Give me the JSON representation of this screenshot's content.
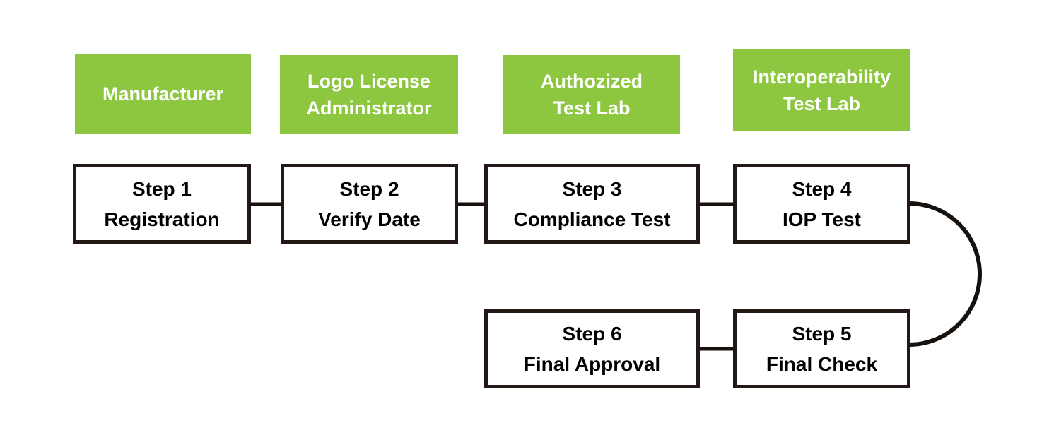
{
  "colors": {
    "header_fill": "#8DC63F",
    "header_text": "#FFFFFF",
    "step_fill": "#FFFFFF",
    "step_border": "#231815",
    "step_text": "#000000",
    "connector": "#17110E",
    "background": "#FFFFFF"
  },
  "headers": [
    {
      "label": "Manufacturer"
    },
    {
      "label": "Logo License\nAdministrator"
    },
    {
      "label": "Authozized\nTest Lab"
    },
    {
      "label": "Interoperability\nTest Lab"
    }
  ],
  "steps": [
    {
      "number": "Step 1",
      "name": "Registration"
    },
    {
      "number": "Step 2",
      "name": "Verify Date"
    },
    {
      "number": "Step 3",
      "name": "Compliance Test"
    },
    {
      "number": "Step 4",
      "name": "IOP Test"
    },
    {
      "number": "Step 5",
      "name": "Final Check"
    },
    {
      "number": "Step 6",
      "name": "Final Approval"
    }
  ]
}
